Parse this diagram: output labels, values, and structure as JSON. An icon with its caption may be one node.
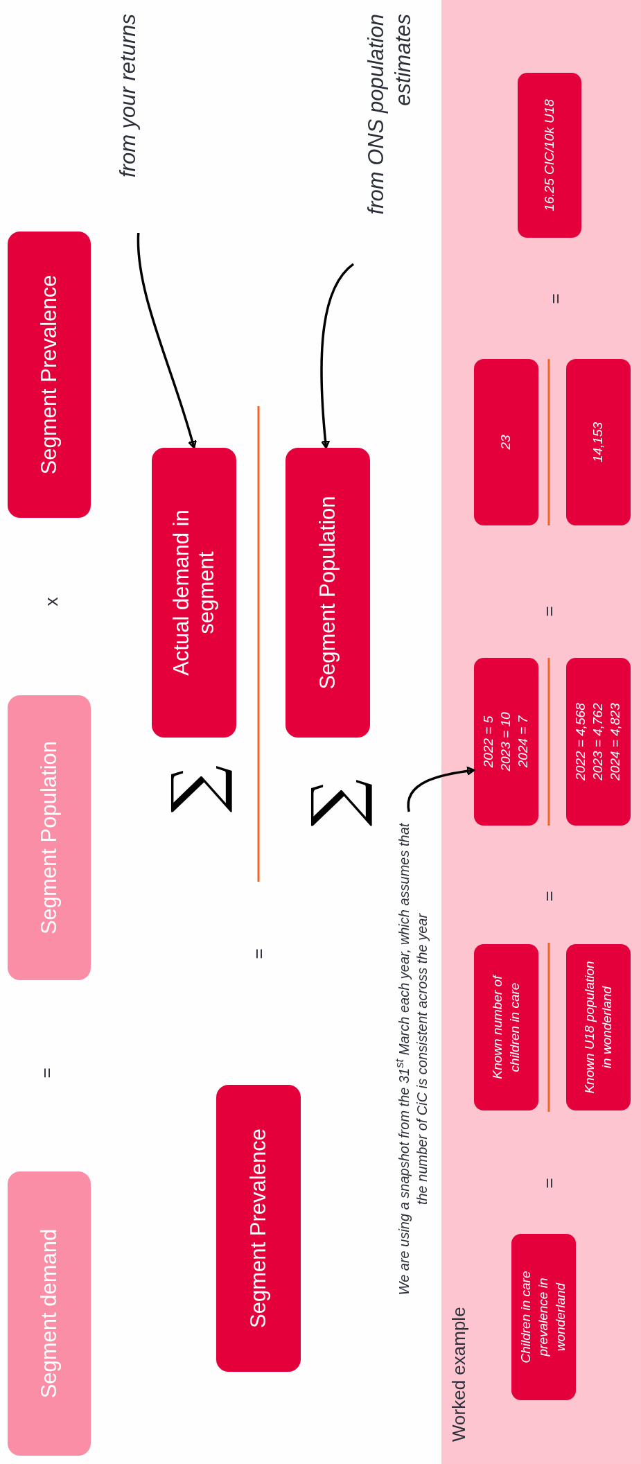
{
  "diagram": {
    "nodes": [
      {
        "text": [
          "Segment demand"
        ]
      },
      {
        "text": [
          "Segment Population"
        ]
      },
      {
        "text": [
          "Segment Prevalence"
        ]
      },
      {
        "text": [
          "from your returns"
        ]
      },
      {
        "text": [
          "from ONS population estimates"
        ]
      },
      {
        "text": [
          "Segment Prevalence"
        ]
      },
      {
        "text": [
          "Actual demand in segment"
        ]
      },
      {
        "text": [
          "Segment Population"
        ]
      },
      {
        "text": [
          "Worked example"
        ]
      },
      {
        "text": [
          "Children in care prevalence in wonderland"
        ],
        "in": 8
      },
      {
        "text": [
          "Known number of children in care"
        ],
        "in": 8
      },
      {
        "text": [
          "Known U18 population in wonderland"
        ],
        "in": 8
      },
      {
        "text": [
          "2022 = 5",
          "2023 = 10",
          "2024 = 7"
        ],
        "in": 8
      },
      {
        "text": [
          "2022 = 4,568",
          "2023 = 4,762",
          "2024 = 4,823"
        ],
        "in": 8
      },
      {
        "text": [
          "23"
        ],
        "in": 8
      },
      {
        "text": [
          "14,153"
        ],
        "in": 8
      },
      {
        "text": [
          "16.25 CIC/10k U18"
        ],
        "in": 8
      },
      {
        "text": [
          "We are using a snapshot from the 31$^{st}$ March each year, which assumes that the number of CiC is consistent across the year"
        ]
      }
    ],
    "edges": [
      {
        "from": 3,
        "to": 6,
        "arrow": "to"
      },
      {
        "from": 4,
        "to": 7,
        "arrow": "to"
      },
      {
        "from": 17,
        "to": 12,
        "arrow": "to"
      }
    ],
    "labels": [
      "=",
      "x",
      "=",
      "∑",
      "∑",
      "=",
      "=",
      "=",
      "="
    ]
  }
}
